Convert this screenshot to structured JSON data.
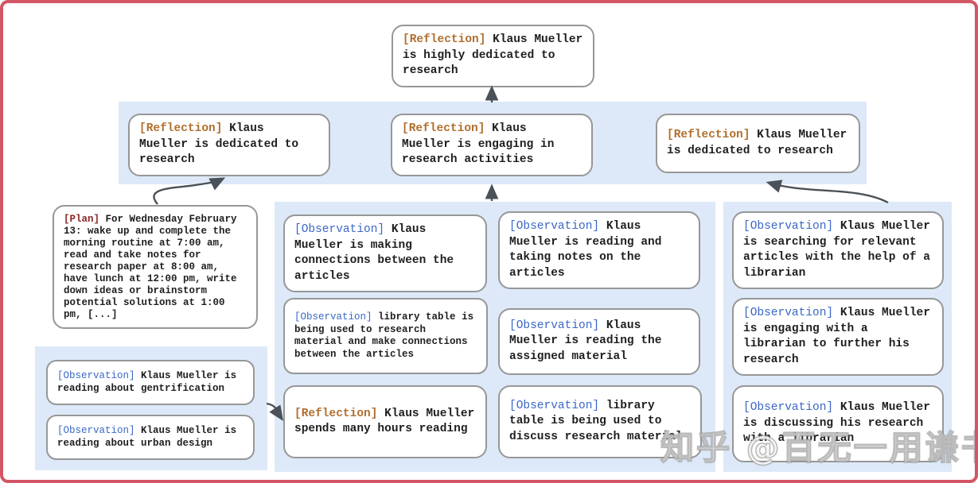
{
  "watermark": {
    "text": "知乎 @百无一用谦书生"
  },
  "colors": {
    "frame_border": "#d25663",
    "panel_bg": "#dde9f8",
    "box_border": "#979797",
    "reflection_tag": "#b06f2e",
    "observation_tag": "#3a67c6",
    "plan_tag": "#8f2727",
    "arrow": "#4b5158",
    "body_text": "#1f1f1f"
  },
  "nodes": {
    "top": {
      "tag": "[Reflection]",
      "text": "Klaus Mueller is highly dedicated to research"
    },
    "row2_left": {
      "tag": "[Reflection]",
      "text": "Klaus Mueller is dedicated to research"
    },
    "row2_center": {
      "tag": "[Reflection]",
      "text": "Klaus Mueller is engaging in research activities"
    },
    "row2_right": {
      "tag": "[Reflection]",
      "text": "Klaus Mueller is dedicated to research"
    },
    "plan": {
      "tag": "[Plan]",
      "text": "For Wednesday February 13: wake up and complete the morning routine at 7:00 am, read and take notes for research paper at 8:00 am, have lunch at 12:00 pm, write down ideas or brainstorm potential solutions at 1:00 pm, [...]"
    },
    "left_obs_1": {
      "tag": "[Observation]",
      "text": "Klaus Mueller is reading about gentrification"
    },
    "left_obs_2": {
      "tag": "[Observation]",
      "text": "Klaus Mueller is reading about urban design"
    },
    "mid_col1_1": {
      "tag": "[Observation]",
      "text": "Klaus Mueller is making connections between the articles"
    },
    "mid_col1_2": {
      "tag": "[Observation]",
      "text": "library table is being used to research material and make connections between the articles"
    },
    "mid_col1_3": {
      "tag": "[Reflection]",
      "text": "Klaus Mueller spends many hours reading"
    },
    "mid_col2_1": {
      "tag": "[Observation]",
      "text": "Klaus Mueller is reading and taking notes on the articles"
    },
    "mid_col2_2": {
      "tag": "[Observation]",
      "text": "Klaus Mueller is reading the assigned material"
    },
    "mid_col2_3": {
      "tag": "[Observation]",
      "text": "library table is being used to discuss research material"
    },
    "right_1": {
      "tag": "[Observation]",
      "text": "Klaus Mueller is searching for relevant articles with the help of a librarian"
    },
    "right_2": {
      "tag": "[Observation]",
      "text": "Klaus Mueller is engaging with a librarian to further his research"
    },
    "right_3": {
      "tag": "[Observation]",
      "text": "Klaus Mueller is discussing his research with a librarian"
    }
  }
}
